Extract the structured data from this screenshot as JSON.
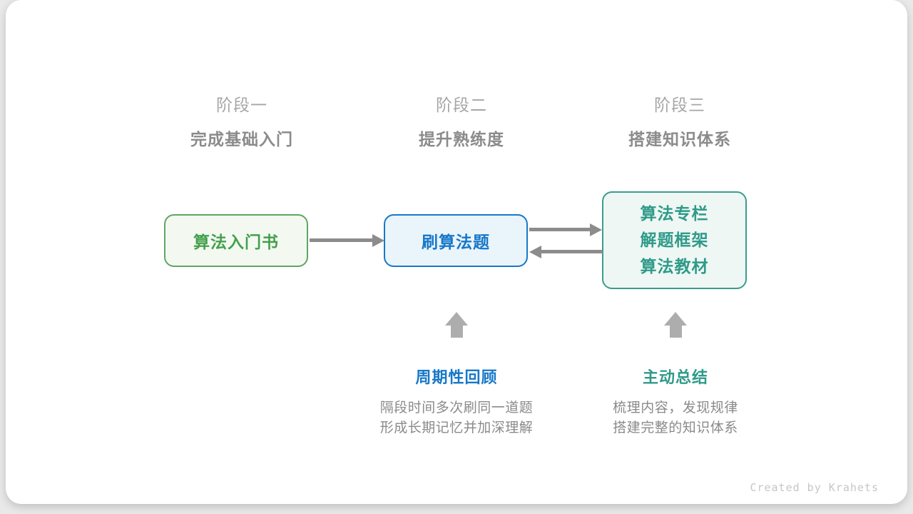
{
  "stages": [
    {
      "title": "阶段一",
      "subtitle": "完成基础入门"
    },
    {
      "title": "阶段二",
      "subtitle": "提升熟练度"
    },
    {
      "title": "阶段三",
      "subtitle": "搭建知识体系"
    }
  ],
  "nodes": {
    "intro_book": {
      "label": "算法入门书"
    },
    "practice": {
      "label": "刷算法题"
    },
    "resources": {
      "lines": [
        "算法专栏",
        "解题框架",
        "算法教材"
      ]
    }
  },
  "annotations": [
    {
      "title": "周期性回顾",
      "lines": [
        "隔段时间多次刷同一道题",
        "形成长期记忆并加深理解"
      ]
    },
    {
      "title": "主动总结",
      "lines": [
        "梳理内容，发现规律",
        "搭建完整的知识体系"
      ]
    }
  ],
  "credit": "Created by Krahets",
  "colors": {
    "green_accent": "#44a04d",
    "green_border": "#60a562",
    "green_fill": "#f3f9f1",
    "blue_accent": "#1778c8",
    "blue_fill": "#eaf4fb",
    "teal_accent": "#2f9a89",
    "teal_border": "#3a9c8e",
    "teal_fill": "#eef7f3",
    "arrow_gray": "#8c8c8c",
    "up_arrow_gray": "#adadad",
    "stage_title_gray": "#a6a6a6",
    "stage_subtitle_gray": "#8b8b8b",
    "desc_gray": "#8a8a8a",
    "credit_gray": "#c6c6c6"
  }
}
